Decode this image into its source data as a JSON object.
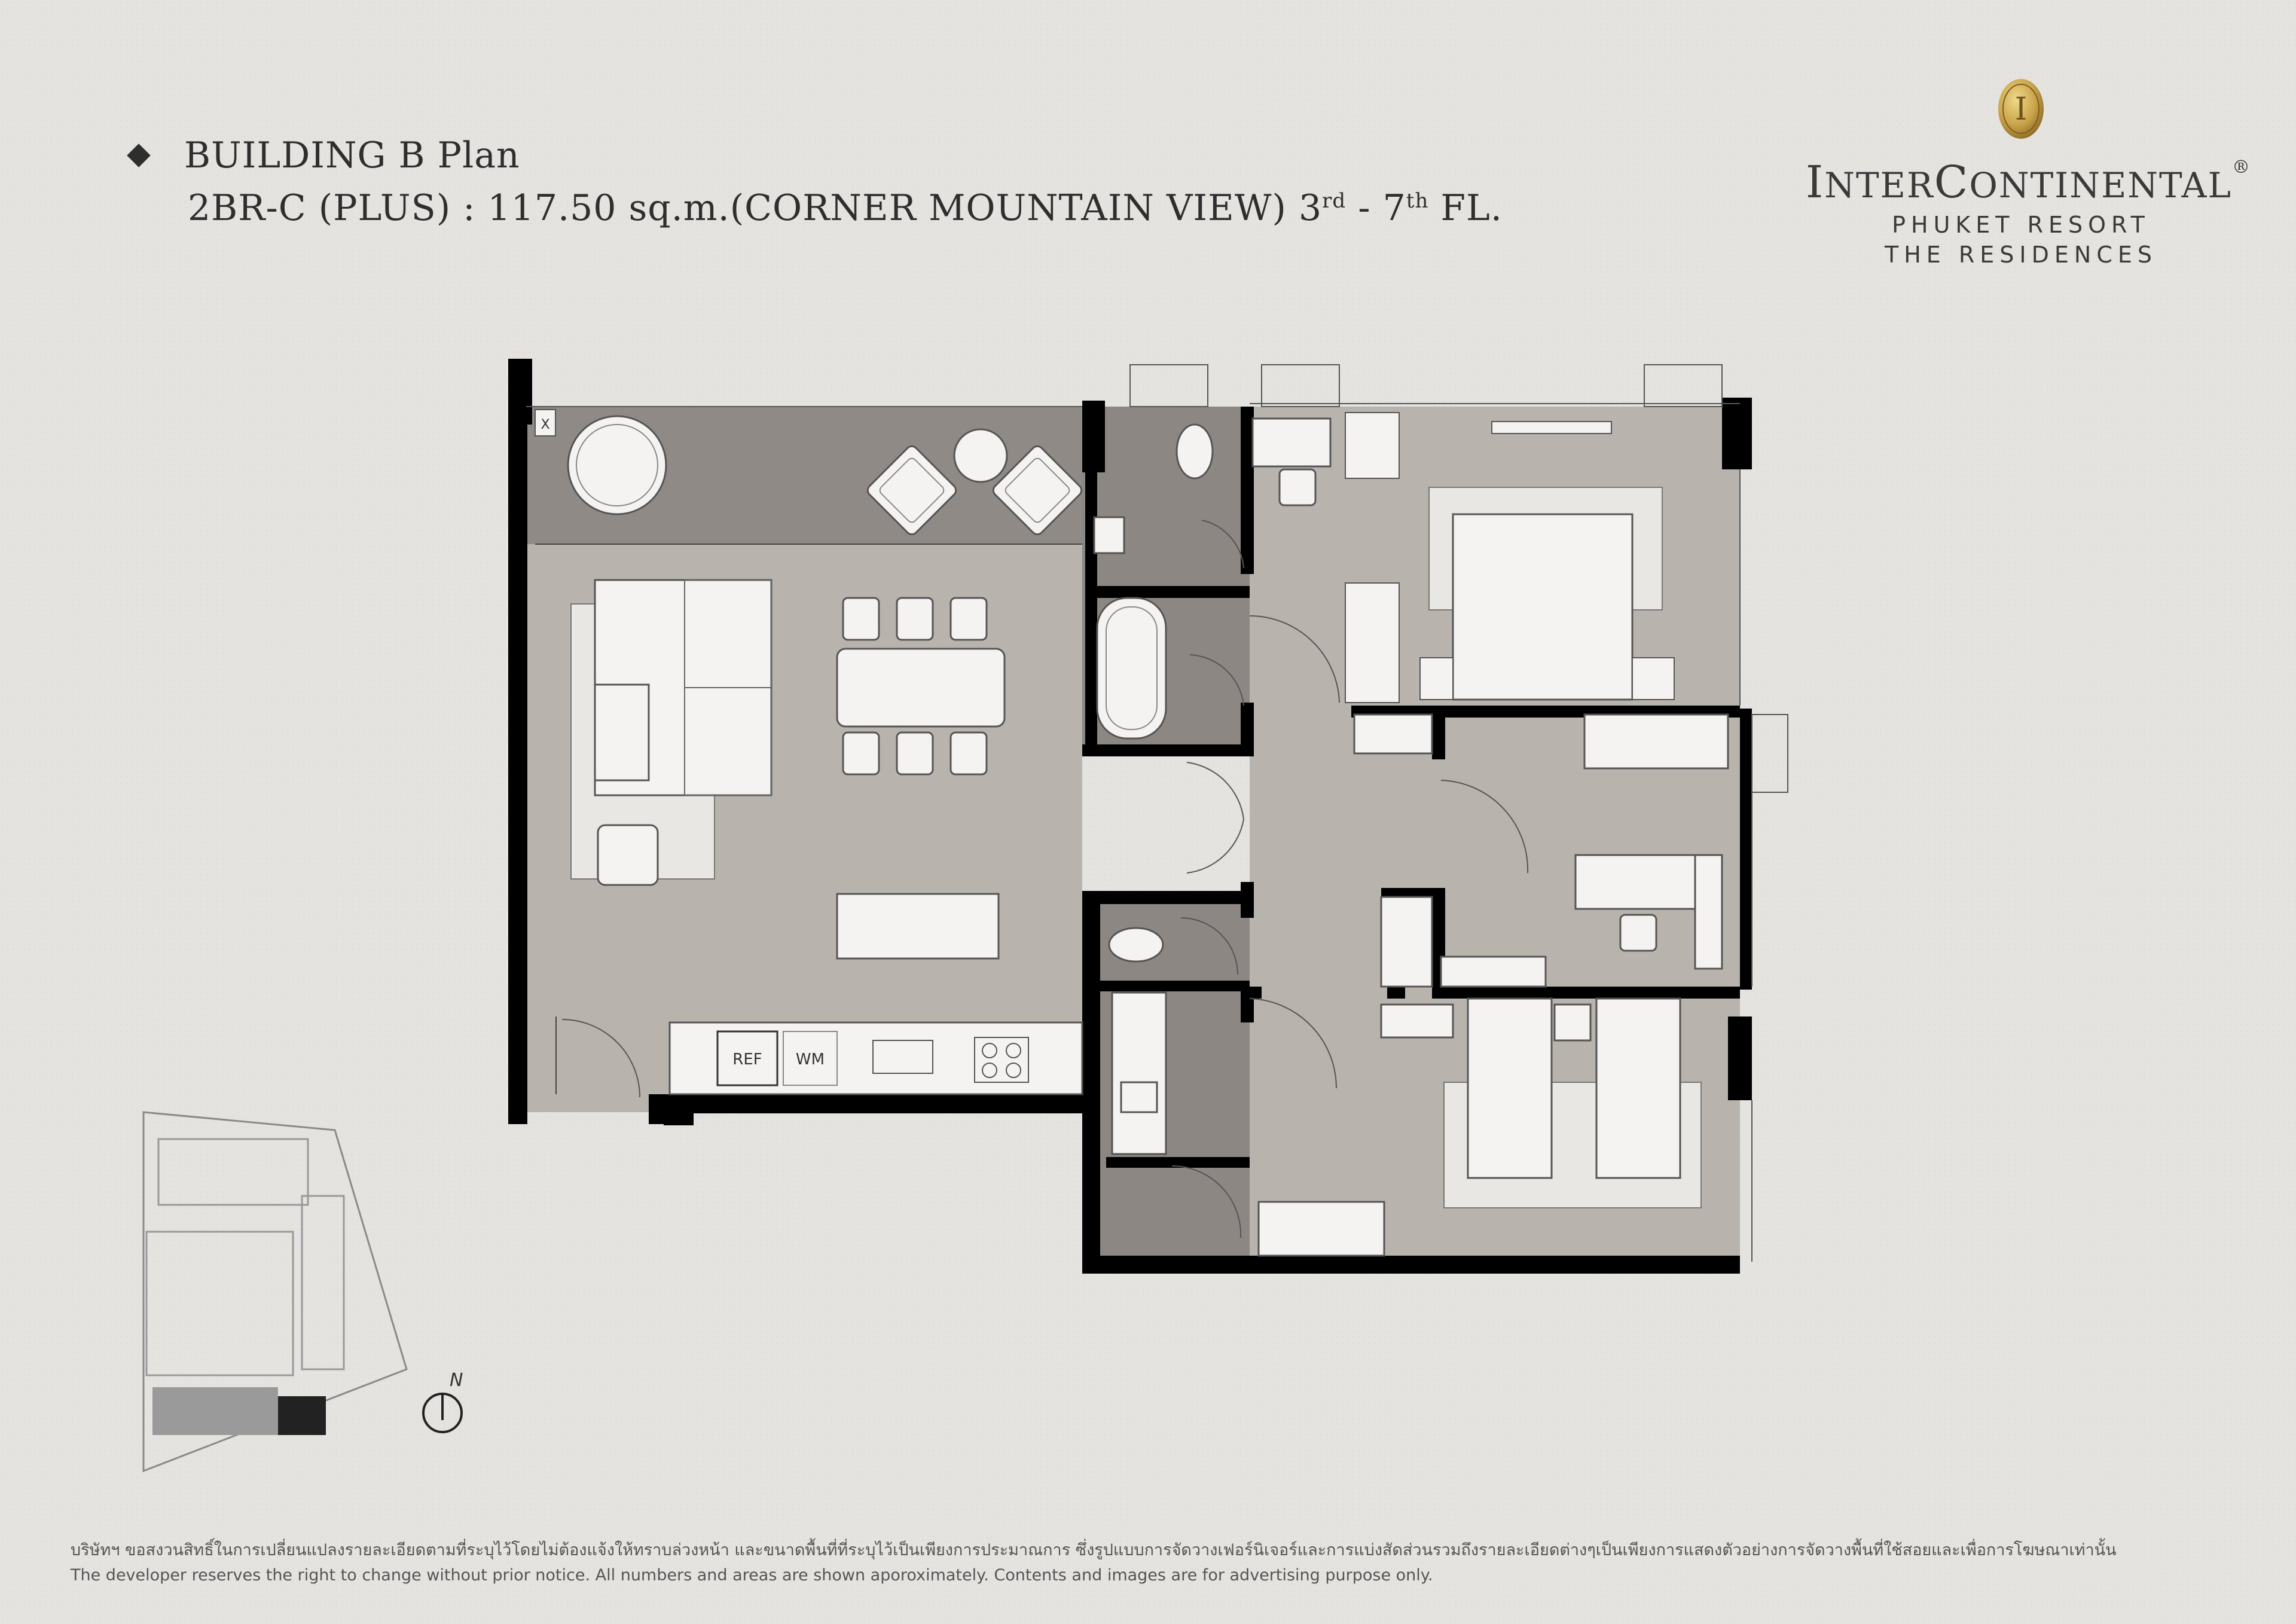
{
  "header": {
    "line1": "BUILDING B Plan",
    "line2_main": "2BR-C (PLUS) : 117.50 sq.m.(CORNER MOUNTAIN VIEW) 3",
    "line2_sup1": "rd",
    "line2_mid": " - 7",
    "line2_sup2": "th",
    "line2_end": " FL."
  },
  "logo": {
    "emblem_letter": "I",
    "brand_first": "I",
    "brand_a": "NTER",
    "brand_second": "C",
    "brand_b": "ONTINENTAL",
    "reg": "®",
    "sub1": "PHUKET RESORT",
    "sub2": "THE RESIDENCES"
  },
  "fixtures": {
    "refrigerator": "REF",
    "washing_machine": "WM",
    "window_mark": "X"
  },
  "keyplan": {
    "north_label": "N"
  },
  "footer": {
    "thai": "บริษัทฯ ขอสงวนสิทธิ์ในการเปลี่ยนแปลงรายละเอียดตามที่ระบุไว้โดยไม่ต้องแจ้งให้ทราบล่วงหน้า และขนาดพื้นที่ที่ระบุไว้เป็นเพียงการประมาณการ ซึ่งรูปแบบการจัดวางเฟอร์นิเจอร์และการแบ่งสัดส่วนรวมถึงรายละเอียดต่างๆเป็นเพียงการแสดงตัวอย่างการจัดวางพื้นที่ใช้สอยและเพื่อการโฆษณาเท่านั้น",
    "english": "The developer reserves the right to change without prior notice. All numbers and areas are shown aporoximately. Contents and images are for advertising purpose only."
  },
  "colors": {
    "background": "#e4e3df",
    "floor": "#b9b3ae",
    "wet_area": "#8c8782",
    "balcony": "#8f8a85",
    "wall": "#000000",
    "furniture": "#f4f3f1",
    "logo_gold": "#c9a44a"
  }
}
